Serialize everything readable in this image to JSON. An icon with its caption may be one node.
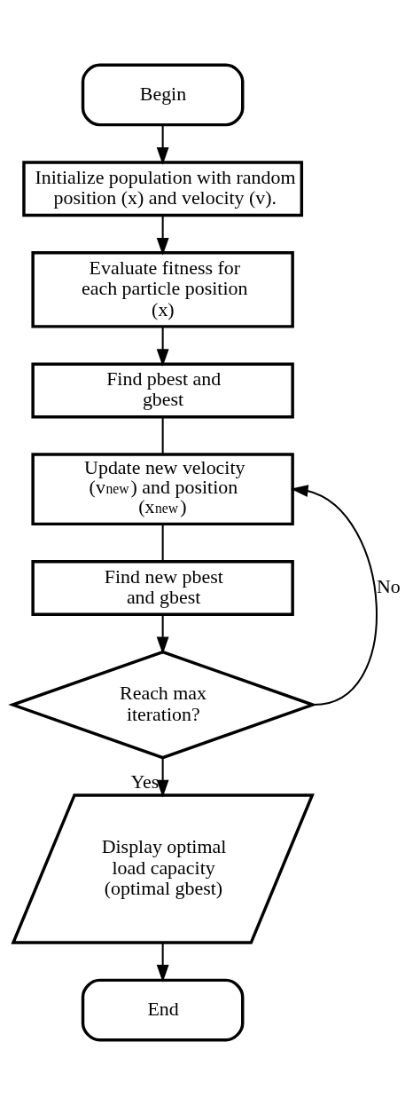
{
  "diagram": {
    "nodes": [
      {
        "text": [
          "Begin"
        ]
      },
      {
        "text": [
          "Initialize population with random position (x) and velocity (v)."
        ]
      },
      {
        "text": [
          "Evaluate fitness for each particle position (x)"
        ]
      },
      {
        "text": [
          "Find pbest and gbest"
        ]
      },
      {
        "text": [
          "Update new velocity (v$_{new}$) and position (x$_{new}$)"
        ]
      },
      {
        "text": [
          "Find new pbest and gbest"
        ]
      },
      {
        "text": [
          "Reach max iteration?"
        ]
      },
      {
        "text": [
          "Display optimal load capacity (optimal gbest)"
        ]
      },
      {
        "text": [
          "End"
        ]
      }
    ],
    "edges": [
      {
        "from": 0,
        "to": 1,
        "arrow": "to"
      },
      {
        "from": 1,
        "to": 2,
        "arrow": "to"
      },
      {
        "from": 2,
        "to": 3,
        "arrow": "to"
      },
      {
        "from": 3,
        "to": 4,
        "arrow": "none"
      },
      {
        "from": 4,
        "to": 5,
        "arrow": "none"
      },
      {
        "from": 5,
        "to": 6,
        "arrow": "to"
      },
      {
        "from": 6,
        "to": 4,
        "arrow": "to",
        "label": "No"
      },
      {
        "from": 6,
        "to": 7,
        "arrow": "to",
        "label": "Yes"
      },
      {
        "from": 7,
        "to": 8,
        "arrow": "to"
      }
    ]
  }
}
